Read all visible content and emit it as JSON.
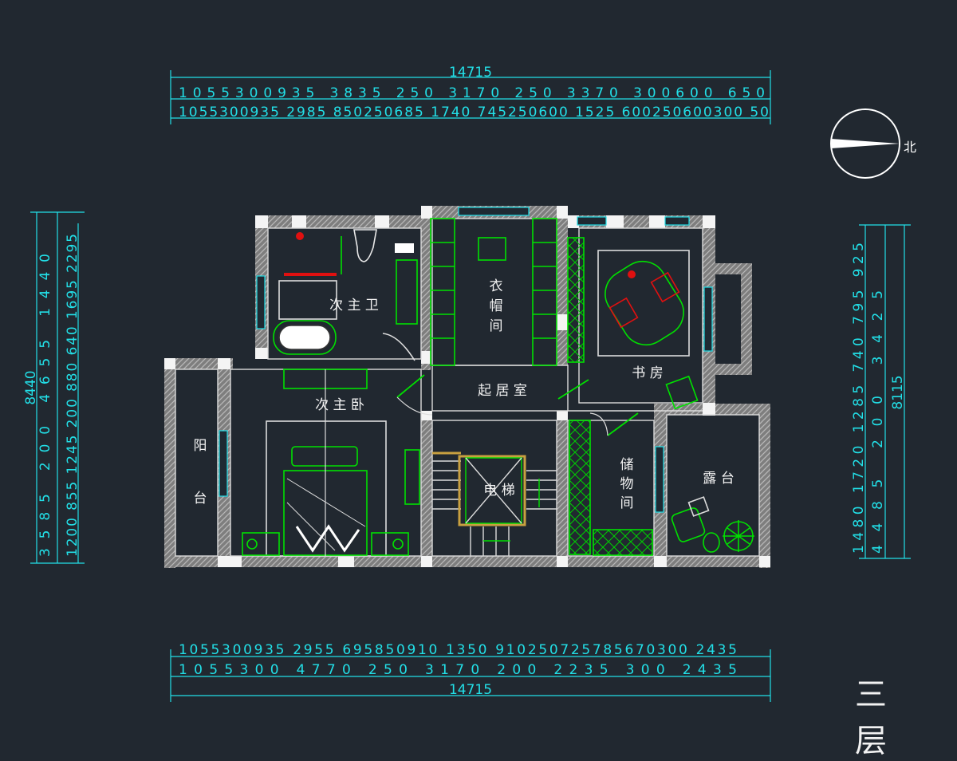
{
  "floor_title": "三 层",
  "north_label": "北",
  "dimensions": {
    "top_total": "14715",
    "top_row1": "1055300935 3835 250 3170 250 3370 300600 650",
    "top_row2": "1055300935 2985 850250685 1740 745250600 1525 600250600300 50",
    "bottom_row1": "1055300935 2955 695850910 1350 910250725785670300 2435",
    "bottom_row2": "1055300 4770 250 3170 200 2235 300 2435",
    "bottom_total": "14715",
    "left_total": "8440",
    "left_col": "3585 200 4655 1440",
    "left_detail": "1200 855 1245 200 880 640 1695 2295",
    "right_total": "8115",
    "right_col": "4485 200 3425",
    "right_detail": "1480 1720 1285 740 795 925"
  },
  "rooms": {
    "secondary_bath": "次 主 卫",
    "cloakroom": "衣帽间",
    "study": "书 房",
    "living": "起 居 室",
    "secondary_bedroom": "次 主 卧",
    "balcony": "阳台",
    "elevator": "电 梯",
    "storage": "储物间",
    "terrace": "露 台"
  },
  "colors": {
    "background": "#212830",
    "dimension": "#22e0e8",
    "wall": "#9a9a9a",
    "furniture": "#00e000",
    "line": "#dcdcdc",
    "accent_red": "#e01010"
  }
}
